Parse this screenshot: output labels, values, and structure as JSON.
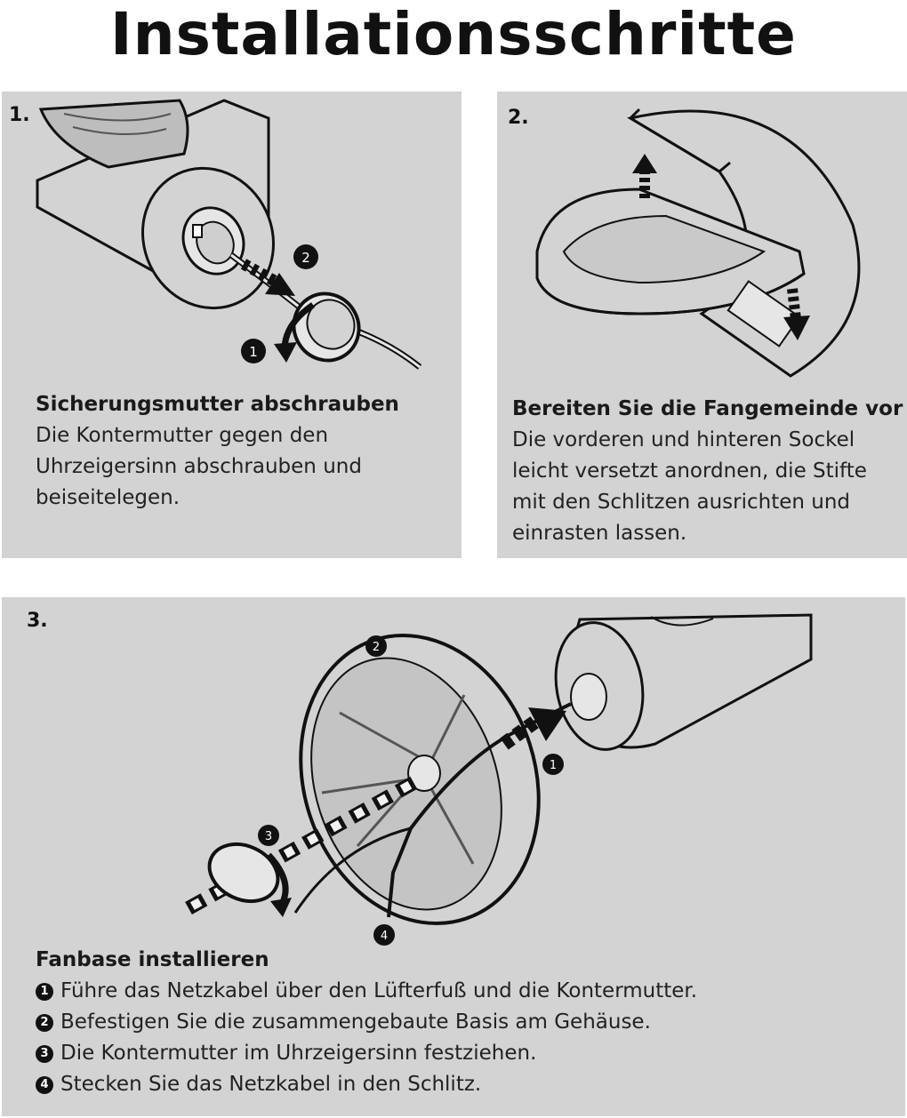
{
  "title": "Installationsschritte",
  "steps": [
    {
      "number": "1.",
      "heading": "Sicherungsmutter abschrauben",
      "lines": [
        "Die Kontermutter gegen den",
        "Uhrzeigersinn abschrauben und",
        "beiseitelegen."
      ],
      "callouts": [
        "1",
        "2"
      ]
    },
    {
      "number": "2.",
      "heading": "Bereiten Sie die Fangemeinde vor",
      "lines": [
        "Die vorderen und hinteren Sockel",
        "leicht versetzt anordnen, die Stifte",
        "mit den Schlitzen ausrichten und",
        "einrasten lassen."
      ]
    },
    {
      "number": "3.",
      "heading": "Fanbase installieren",
      "callouts": [
        "1",
        "2",
        "3",
        "4"
      ],
      "items": [
        {
          "badge": "1",
          "text": "Führe das Netzkabel über den Lüfterfuß und die Kontermutter."
        },
        {
          "badge": "2",
          "text": "Befestigen Sie die zusammengebaute Basis am Gehäuse."
        },
        {
          "badge": "3",
          "text": "Die Kontermutter im Uhrzeigersinn festziehen."
        },
        {
          "badge": "4",
          "text": "Stecken Sie das Netzkabel in den Schlitz."
        }
      ]
    }
  ],
  "colors": {
    "panel": "#d3d3d3",
    "ink": "#1a1a1a",
    "badge": "#111111"
  }
}
